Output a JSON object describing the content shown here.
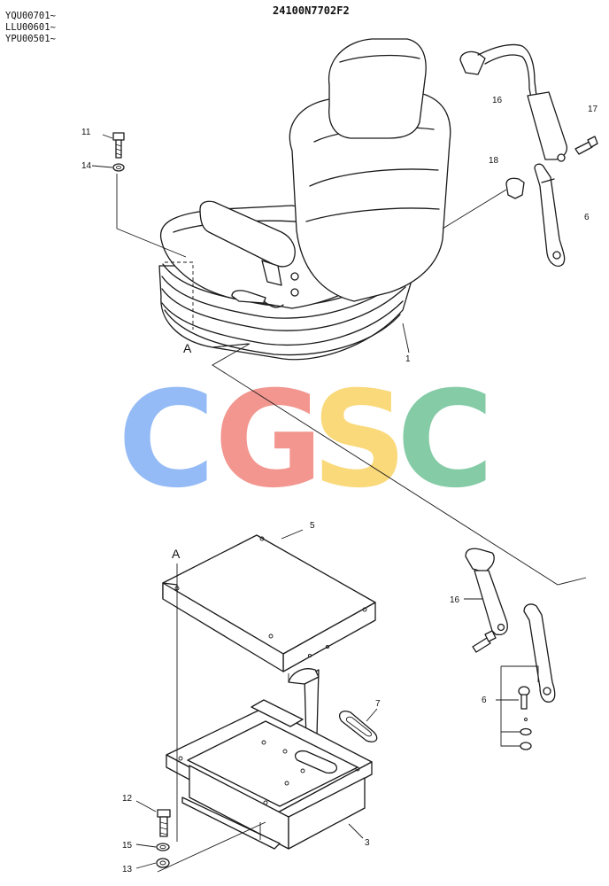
{
  "header": {
    "serials": [
      "YQU00701~",
      "LLU00601~",
      "YPU00501~"
    ],
    "drawing_number": "24100N7702F2"
  },
  "watermark": {
    "letters": [
      "C",
      "G",
      "S",
      "C"
    ],
    "colors": [
      "#8fb8f5",
      "#f2918a",
      "#fad874",
      "#7ec9a2"
    ]
  },
  "callouts": {
    "c1": "1",
    "c3": "3",
    "c5": "5",
    "c6a": "6",
    "c6b": "6",
    "c7": "7",
    "c11": "11",
    "c12": "12",
    "c13": "13",
    "c14": "14",
    "c15": "15",
    "c16a": "16",
    "c16b": "16",
    "c17": "17",
    "c18": "18",
    "refA_top": "A",
    "refA_bottom": "A"
  }
}
